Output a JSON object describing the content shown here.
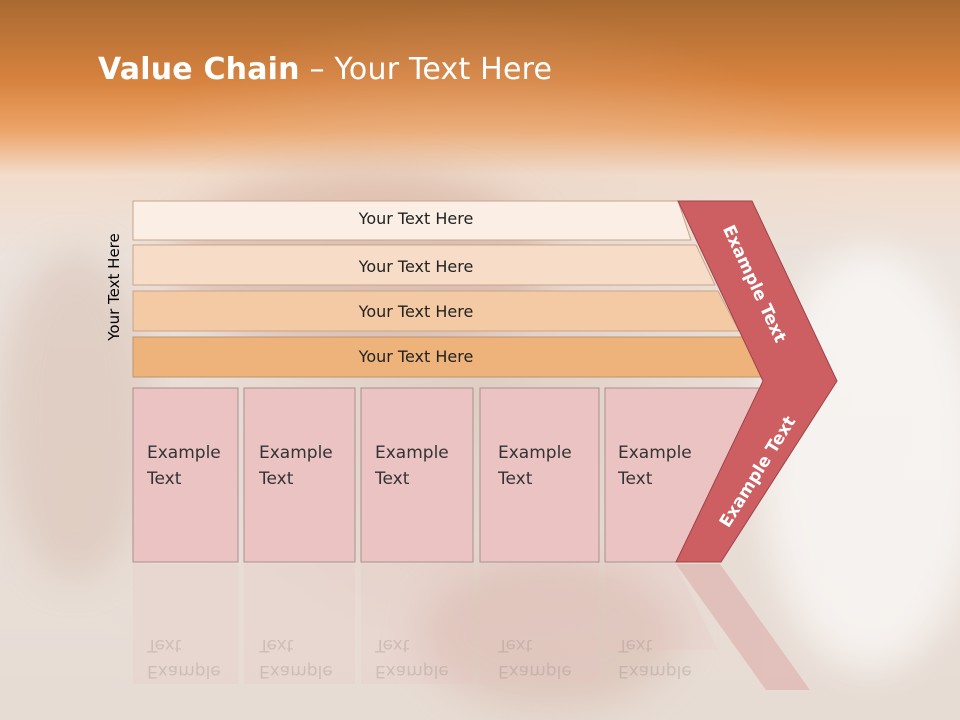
{
  "slide": {
    "title_bold": "Value Chain",
    "title_rest": " – Your Text Here",
    "side_label": "Your Text Here"
  },
  "rows": [
    {
      "label": "Your Text Here",
      "color": "#fbeee4"
    },
    {
      "label": "Your Text Here",
      "color": "#f7ddc8"
    },
    {
      "label": "Your Text Here",
      "color": "#f4caa4"
    },
    {
      "label": "Your Text Here",
      "color": "#eeb27b"
    }
  ],
  "boxes": [
    {
      "label": "Example\nText"
    },
    {
      "label": "Example\nText"
    },
    {
      "label": "Example\nText"
    },
    {
      "label": "Example\nText"
    },
    {
      "label": "Example\nText"
    }
  ],
  "chevron": {
    "upper_label": "Example Text",
    "lower_label": "Example Text",
    "color": "#cd5f63"
  },
  "colors": {
    "box_fill": "#ebc3c3",
    "header_band": "#d7823e"
  }
}
